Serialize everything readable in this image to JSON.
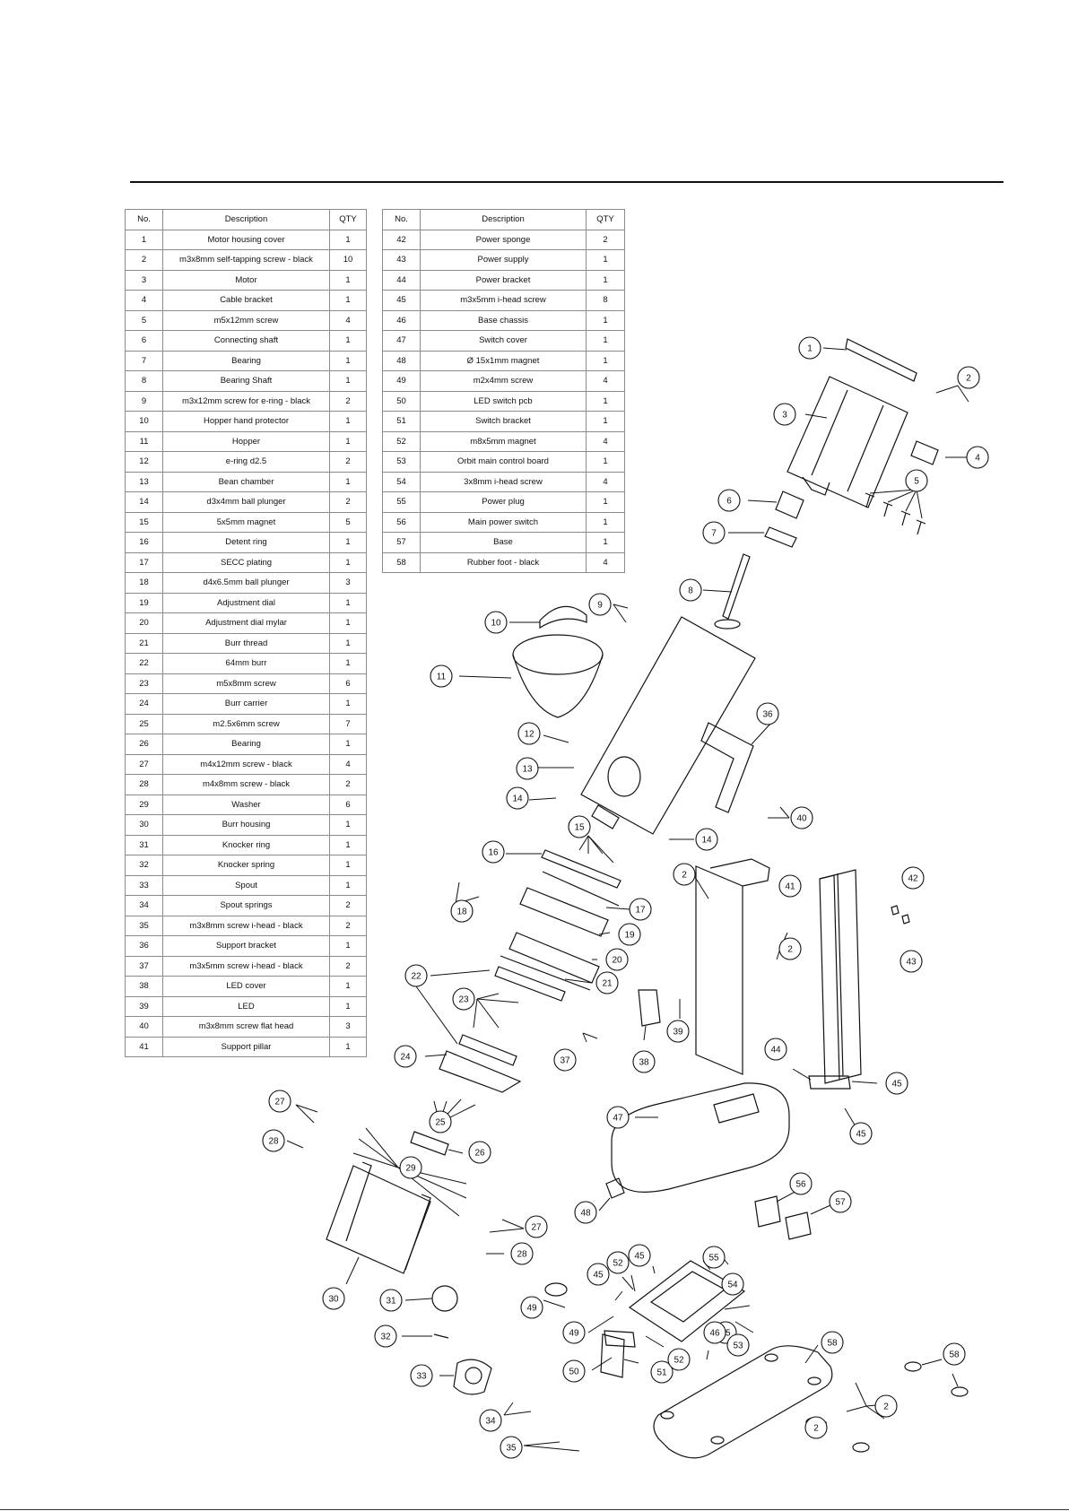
{
  "table_headers": {
    "no": "No.",
    "description": "Description",
    "qty": "QTY"
  },
  "parts_left": [
    {
      "no": "1",
      "description": "Motor housing cover",
      "qty": "1"
    },
    {
      "no": "2",
      "description": "m3x8mm self-tapping screw - black",
      "qty": "10"
    },
    {
      "no": "3",
      "description": "Motor",
      "qty": "1"
    },
    {
      "no": "4",
      "description": "Cable bracket",
      "qty": "1"
    },
    {
      "no": "5",
      "description": "m5x12mm screw",
      "qty": "4"
    },
    {
      "no": "6",
      "description": "Connecting shaft",
      "qty": "1"
    },
    {
      "no": "7",
      "description": "Bearing",
      "qty": "1"
    },
    {
      "no": "8",
      "description": "Bearing Shaft",
      "qty": "1"
    },
    {
      "no": "9",
      "description": "m3x12mm screw for e-ring - black",
      "qty": "2"
    },
    {
      "no": "10",
      "description": "Hopper hand protector",
      "qty": "1"
    },
    {
      "no": "11",
      "description": "Hopper",
      "qty": "1"
    },
    {
      "no": "12",
      "description": "e-ring d2.5",
      "qty": "2"
    },
    {
      "no": "13",
      "description": "Bean chamber",
      "qty": "1"
    },
    {
      "no": "14",
      "description": "d3x4mm ball plunger",
      "qty": "2"
    },
    {
      "no": "15",
      "description": "5x5mm magnet",
      "qty": "5"
    },
    {
      "no": "16",
      "description": "Detent ring",
      "qty": "1"
    },
    {
      "no": "17",
      "description": "SECC plating",
      "qty": "1"
    },
    {
      "no": "18",
      "description": "d4x6.5mm ball plunger",
      "qty": "3"
    },
    {
      "no": "19",
      "description": "Adjustment dial",
      "qty": "1"
    },
    {
      "no": "20",
      "description": "Adjustment dial mylar",
      "qty": "1"
    },
    {
      "no": "21",
      "description": "Burr thread",
      "qty": "1"
    },
    {
      "no": "22",
      "description": "64mm burr",
      "qty": "1"
    },
    {
      "no": "23",
      "description": "m5x8mm screw",
      "qty": "6"
    },
    {
      "no": "24",
      "description": "Burr carrier",
      "qty": "1"
    },
    {
      "no": "25",
      "description": "m2.5x6mm screw",
      "qty": "7"
    },
    {
      "no": "26",
      "description": "Bearing",
      "qty": "1"
    },
    {
      "no": "27",
      "description": "m4x12mm screw - black",
      "qty": "4"
    },
    {
      "no": "28",
      "description": "m4x8mm screw - black",
      "qty": "2"
    },
    {
      "no": "29",
      "description": "Washer",
      "qty": "6"
    },
    {
      "no": "30",
      "description": "Burr housing",
      "qty": "1"
    },
    {
      "no": "31",
      "description": "Knocker ring",
      "qty": "1"
    },
    {
      "no": "32",
      "description": "Knocker spring",
      "qty": "1"
    },
    {
      "no": "33",
      "description": "Spout",
      "qty": "1"
    },
    {
      "no": "34",
      "description": "Spout springs",
      "qty": "2"
    },
    {
      "no": "35",
      "description": "m3x8mm screw i-head - black",
      "qty": "2"
    },
    {
      "no": "36",
      "description": "Support bracket",
      "qty": "1"
    },
    {
      "no": "37",
      "description": "m3x5mm screw i-head - black",
      "qty": "2"
    },
    {
      "no": "38",
      "description": "LED cover",
      "qty": "1"
    },
    {
      "no": "39",
      "description": "LED",
      "qty": "1"
    },
    {
      "no": "40",
      "description": "m3x8mm screw flat head",
      "qty": "3"
    },
    {
      "no": "41",
      "description": "Support pillar",
      "qty": "1"
    }
  ],
  "parts_right": [
    {
      "no": "42",
      "description": "Power sponge",
      "qty": "2"
    },
    {
      "no": "43",
      "description": "Power supply",
      "qty": "1"
    },
    {
      "no": "44",
      "description": "Power bracket",
      "qty": "1"
    },
    {
      "no": "45",
      "description": "m3x5mm i-head screw",
      "qty": "8"
    },
    {
      "no": "46",
      "description": "Base chassis",
      "qty": "1"
    },
    {
      "no": "47",
      "description": "Switch cover",
      "qty": "1"
    },
    {
      "no": "48",
      "description": "Ø 15x1mm magnet",
      "qty": "1"
    },
    {
      "no": "49",
      "description": "m2x4mm screw",
      "qty": "4"
    },
    {
      "no": "50",
      "description": "LED switch pcb",
      "qty": "1"
    },
    {
      "no": "51",
      "description": "Switch bracket",
      "qty": "1"
    },
    {
      "no": "52",
      "description": "m8x5mm magnet",
      "qty": "4"
    },
    {
      "no": "53",
      "description": "Orbit main control board",
      "qty": "1"
    },
    {
      "no": "54",
      "description": "3x8mm i-head screw",
      "qty": "4"
    },
    {
      "no": "55",
      "description": "Power plug",
      "qty": "1"
    },
    {
      "no": "56",
      "description": "Main power switch",
      "qty": "1"
    },
    {
      "no": "57",
      "description": "Base",
      "qty": "1"
    },
    {
      "no": "58",
      "description": "Rubber foot - black",
      "qty": "4"
    }
  ],
  "callouts": [
    "1",
    "2",
    "3",
    "4",
    "5",
    "6",
    "7",
    "8",
    "9",
    "10",
    "11",
    "12",
    "13",
    "14",
    "14",
    "15",
    "16",
    "17",
    "18",
    "19",
    "20",
    "21",
    "22",
    "23",
    "24",
    "25",
    "26",
    "27",
    "27",
    "28",
    "28",
    "29",
    "30",
    "31",
    "32",
    "33",
    "34",
    "35",
    "36",
    "37",
    "38",
    "39",
    "40",
    "41",
    "42",
    "43",
    "44",
    "45",
    "45",
    "45",
    "45",
    "45",
    "46",
    "47",
    "48",
    "49",
    "49",
    "50",
    "51",
    "52",
    "52",
    "53",
    "54",
    "55",
    "56",
    "57",
    "58",
    "58",
    "2",
    "2",
    "2",
    "2"
  ]
}
